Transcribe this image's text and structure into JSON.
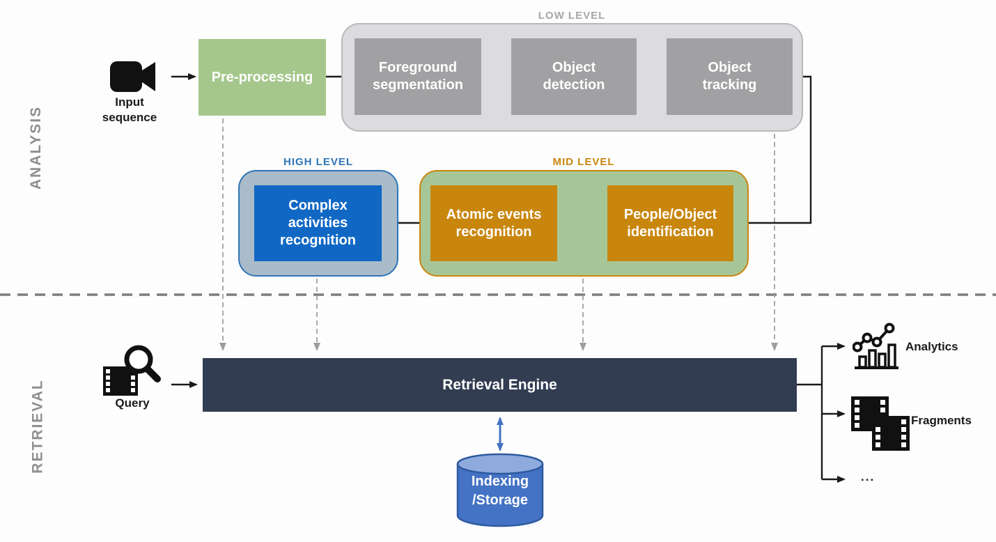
{
  "side_labels": {
    "analysis": "ANALYSIS",
    "retrieval": "RETRIEVAL"
  },
  "groups": {
    "low_level": {
      "label": "LOW LEVEL"
    },
    "mid_level": {
      "label": "MID LEVEL"
    },
    "high_level": {
      "label": "HIGH LEVEL"
    }
  },
  "nodes": {
    "input_sequence": "Input\nsequence",
    "preprocessing": "Pre-processing",
    "foreground_segmentation": "Foreground\nsegmentation",
    "object_detection": "Object\ndetection",
    "object_tracking": "Object\ntracking",
    "people_object_identification": "People/Object\nidentification",
    "atomic_events_recognition": "Atomic events\nrecognition",
    "complex_activities_recognition": "Complex\nactivities\nrecognition",
    "query": "Query",
    "retrieval_engine": "Retrieval Engine",
    "indexing_storage": "Indexing\n/Storage"
  },
  "outputs": {
    "analytics": "Analytics",
    "fragments": "Fragments",
    "ellipsis": "..."
  },
  "colors": {
    "preprocessing_green": "#a5c78c",
    "low_level_box_gray": "#a1a1a3",
    "low_level_container_gray": "#dcdcdf",
    "low_level_label_gray": "#a6a6a6",
    "mid_level_container_green": "#a7c697",
    "mid_level_box_orange": "#c8860d",
    "high_level_container_bluegray": "#aabbc9",
    "high_level_box_blue": "#1168c4",
    "high_level_border_blue": "#2e75b6",
    "retrieval_engine_navy": "#323d52",
    "storage_body_blue": "#4472c4",
    "storage_top_blue": "#8faadc",
    "dashed_connector_gray": "#a0a0a0"
  }
}
